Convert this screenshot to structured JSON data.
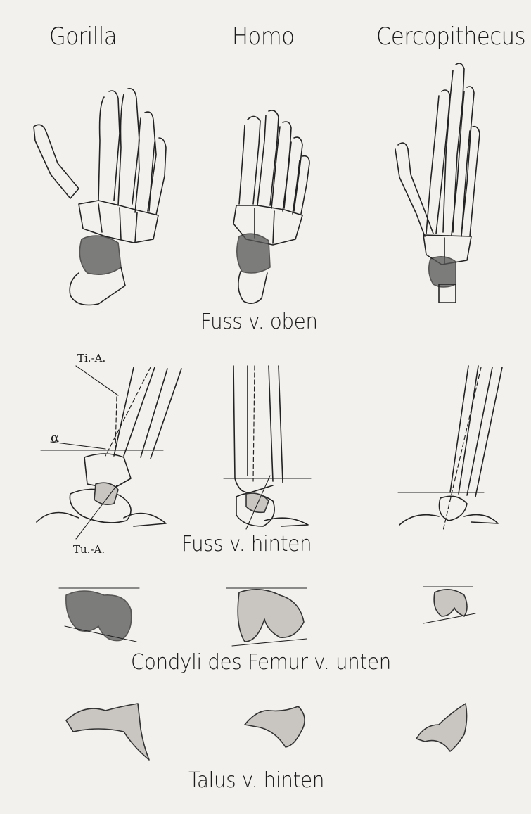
{
  "columns": {
    "gorilla": "Gorilla",
    "homo": "Homo",
    "cercopithecus": "Cercopithecus"
  },
  "sections": {
    "foot_top": "Fuss v. oben",
    "foot_back": "Fuss v. hinten",
    "condyli": "Condyli des Femur v. unten",
    "talus": "Talus v. hinten"
  },
  "annotations": {
    "tibia_axis": "Ti.-A.",
    "alpha": "α",
    "tuber_axis": "Tu.-A."
  }
}
